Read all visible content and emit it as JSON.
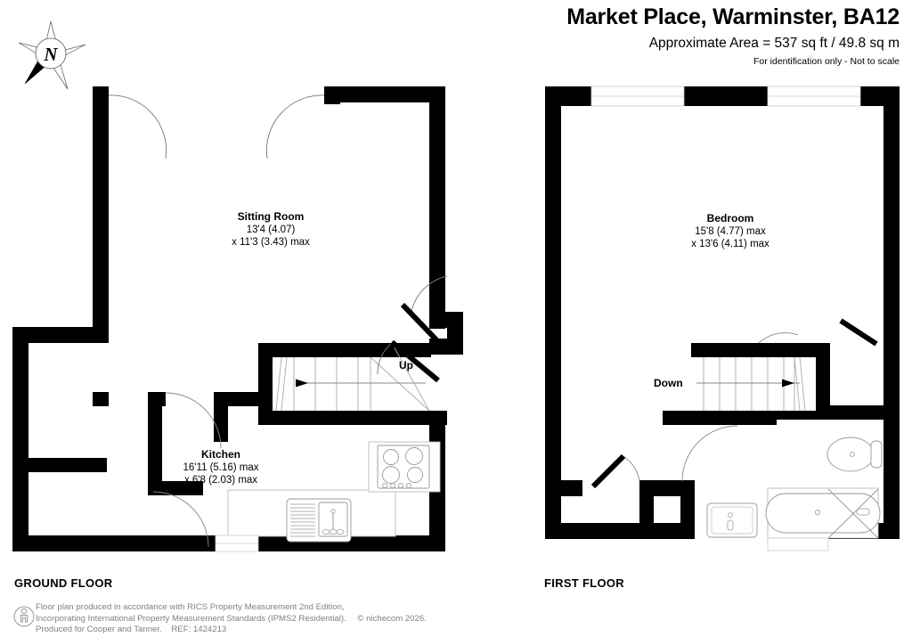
{
  "header": {
    "title": "Market Place, Warminster, BA12",
    "area": "Approximate Area = 537 sq ft / 49.8 sq m",
    "note": "For identification only - Not to scale"
  },
  "compass": {
    "label": "N",
    "icon": "compass-rose-icon"
  },
  "floors": [
    {
      "id": "ground",
      "caption": "GROUND FLOOR",
      "rooms": [
        {
          "id": "sitting-room",
          "name": "Sitting Room",
          "dim1": "13'4 (4.07)",
          "dim2": "x 11'3 (3.43) max"
        },
        {
          "id": "kitchen",
          "name": "Kitchen",
          "dim1": "16'11 (5.16) max",
          "dim2": "x 6'8 (2.03) max"
        }
      ],
      "stair_label": "Up",
      "fixtures": [
        "hob-icon",
        "sink-icon",
        "door-swing",
        "window"
      ]
    },
    {
      "id": "first",
      "caption": "FIRST FLOOR",
      "rooms": [
        {
          "id": "bedroom",
          "name": "Bedroom",
          "dim1": "15'8 (4.77) max",
          "dim2": "x 13'6 (4.11) max"
        }
      ],
      "stair_label": "Down",
      "fixtures": [
        "toilet-icon",
        "basin-icon",
        "bath-shower-icon",
        "window"
      ]
    }
  ],
  "footer": {
    "line1": "Floor plan produced in accordance with RICS Property Measurement 2nd Edition,",
    "line2a": "Incorporating International Property Measurement Standards (IPMS2 Residential).",
    "line2b": "© nichecom 2026.",
    "line3a": "Produced for Cooper and Tanner.",
    "line3b": "REF: 1424213",
    "icon": "person-in-circle-icon"
  },
  "colors": {
    "wall": "#000000",
    "background": "#ffffff",
    "fixture_stroke": "#9a9a9a",
    "footer_text": "#808080"
  }
}
